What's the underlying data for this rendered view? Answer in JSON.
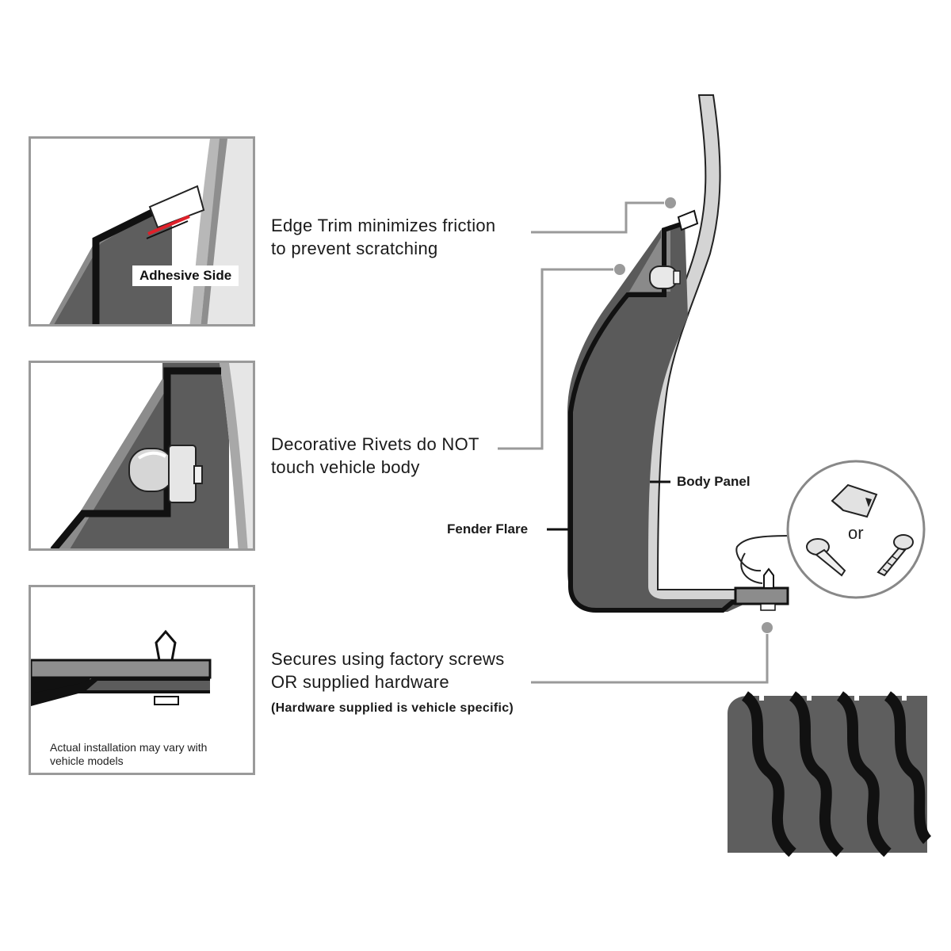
{
  "panels": {
    "edge_trim": {
      "tag": "Adhesive Side"
    },
    "rivet": {},
    "install": {
      "note_lines": [
        "Actual installation may vary with",
        "vehicle models"
      ]
    }
  },
  "callouts": {
    "edge_trim": [
      "Edge Trim minimizes friction",
      "to prevent scratching"
    ],
    "rivets": [
      "Decorative Rivets do NOT",
      "touch vehicle body"
    ],
    "secures": [
      "Secures using factory screws",
      "OR supplied hardware"
    ],
    "secures_note": "(Hardware supplied is vehicle specific)"
  },
  "labels": {
    "body_panel": "Body Panel",
    "fender_flare": "Fender Flare"
  },
  "hardware": {
    "or": "or"
  },
  "colors": {
    "dark_gray": "#5a5a5a",
    "mid_gray": "#6e6e6e",
    "light_gray": "#a9a9a9",
    "silver": "#d4d4d4",
    "black": "#111111",
    "red": "#e0202a",
    "callout_line": "#9a9a9a"
  }
}
